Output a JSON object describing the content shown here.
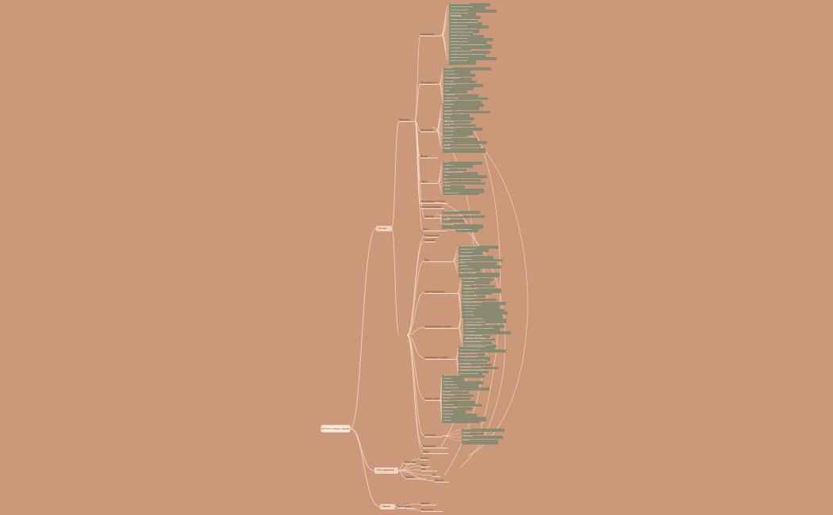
{
  "root": {
    "label": "Оптика и виды заведений"
  },
  "branches": [
    {
      "label": "Основы"
    },
    {
      "label": "Типы заведений"
    },
    {
      "label": "Навыки"
    }
  ],
  "level2": [
    {
      "label": "Оборудование"
    },
    {
      "label": "Принадлежности"
    },
    {
      "label": "Наполнитель"
    },
    {
      "label": "Прочее"
    },
    {
      "label": "Стойки"
    },
    {
      "label": "Общие правила и тонкости"
    },
    {
      "label": "Специальные размеры"
    },
    {
      "label": "Инвентарь"
    },
    {
      "label": "Декор"
    },
    {
      "label": "Основная служба"
    },
    {
      "label": "Сервировка и уход"
    },
    {
      "label": "Вода"
    },
    {
      "label": "Приготовление в баре"
    },
    {
      "label": "Организация работы службы"
    },
    {
      "label": "Рекомендации по сервису"
    },
    {
      "label": "Порядок подачи"
    },
    {
      "label": "Ассортимент"
    },
    {
      "label": "Предложения"
    },
    {
      "label": "Схема"
    },
    {
      "label": "Обслуживание"
    },
    {
      "label": "Контроль"
    },
    {
      "label": "Этикет"
    },
    {
      "label": "Учёт"
    },
    {
      "label": "Правила"
    },
    {
      "label": "Зал"
    },
    {
      "label": "Персонал"
    },
    {
      "label": "Навыки работы"
    },
    {
      "label": "Общение"
    },
    {
      "label": "Этикет гостя"
    }
  ],
  "level3": [
    {
      "label": "Не стоит перегружать"
    },
    {
      "label": "Поверхность должна быть"
    },
    {
      "label": "Отдельное хранение"
    },
    {
      "label": "Использовать только проверенное"
    },
    {
      "label": "Не нагревать"
    },
    {
      "label": "Регулярная проверка, сервисное обслуживание"
    },
    {
      "label": "Проверять после каждой смены"
    },
    {
      "label": "Место для хранения"
    },
    {
      "label": "Правильно размещать по зонам"
    },
    {
      "label": "Чистить согласно инструкции"
    },
    {
      "label": "Хранение в сухом месте"
    },
    {
      "label": "Заменять при износе"
    },
    {
      "label": "Подготовка к работе"
    },
    {
      "label": "Соблюдать порядок действий при работе"
    },
    {
      "label": "Не оставлять"
    },
    {
      "label": "Своевременно пополнять"
    },
    {
      "label": "Проверка перед началом работы смены"
    },
    {
      "label": "Разложить по местам"
    },
    {
      "label": "Уборка после смены"
    },
    {
      "label": "Контроль"
    },
    {
      "label": "Количество"
    },
    {
      "label": "Сроки годности"
    },
    {
      "label": "Условия хранения"
    },
    {
      "label": "Качество"
    },
    {
      "label": "Учёт расхода"
    },
    {
      "label": "Остатки"
    },
    {
      "label": "Заказ"
    },
    {
      "label": "Поставщики"
    },
    {
      "label": "Приёмка товара"
    },
    {
      "label": "Документы"
    },
    {
      "label": "Маркировка"
    },
    {
      "label": "Ротация"
    },
    {
      "label": "Списание"
    },
    {
      "label": "Хранение"
    },
    {
      "label": "Чистота"
    },
    {
      "label": "Освещение"
    },
    {
      "label": "Посуда"
    },
    {
      "label": "Инструменты"
    },
    {
      "label": "Аксессуары"
    },
    {
      "label": "Расходники"
    },
    {
      "label": "Текстиль"
    },
    {
      "label": "Декор зала"
    },
    {
      "label": "Мебель"
    },
    {
      "label": "Вывеска"
    },
    {
      "label": "Меню"
    },
    {
      "label": "Стоимость"
    },
    {
      "label": "Акции"
    },
    {
      "label": "Сезонное предложение"
    },
    {
      "label": "Вода"
    },
    {
      "label": "Лёд"
    },
    {
      "label": "Фрукты"
    },
    {
      "label": "Специи"
    },
    {
      "label": "Сиропы"
    },
    {
      "label": "Базовые рецепты"
    },
    {
      "label": "Авторские рецепты"
    },
    {
      "label": "Техника приготовления"
    },
    {
      "label": "Подача"
    },
    {
      "label": "Оформление"
    },
    {
      "label": "Время ожидания"
    },
    {
      "label": "Порядок обслуживания"
    },
    {
      "label": "Приветствие гостя"
    },
    {
      "label": "Рекомендации"
    },
    {
      "label": "Приём заказа"
    },
    {
      "label": "Подача заказа"
    },
    {
      "label": "Расчёт"
    },
    {
      "label": "Прощание"
    },
    {
      "label": "Обратная связь"
    },
    {
      "label": "Работа с жалобами"
    },
    {
      "label": "Постоянные гости"
    },
    {
      "label": "Бронирование"
    },
    {
      "label": "Рассадка"
    },
    {
      "label": "Сервировка стола"
    },
    {
      "label": "Уборка стола"
    },
    {
      "label": "Смена пепельниц"
    },
    {
      "label": "Обновление"
    },
    {
      "label": "Дополнительный заказ"
    },
    {
      "label": "Контроль качества"
    },
    {
      "label": "Стандарты"
    },
    {
      "label": "Чек-лист"
    },
    {
      "label": "Отчётность"
    },
    {
      "label": "Итоги смены"
    },
    {
      "label": "Обучение"
    },
    {
      "label": "Аттестация"
    }
  ]
}
